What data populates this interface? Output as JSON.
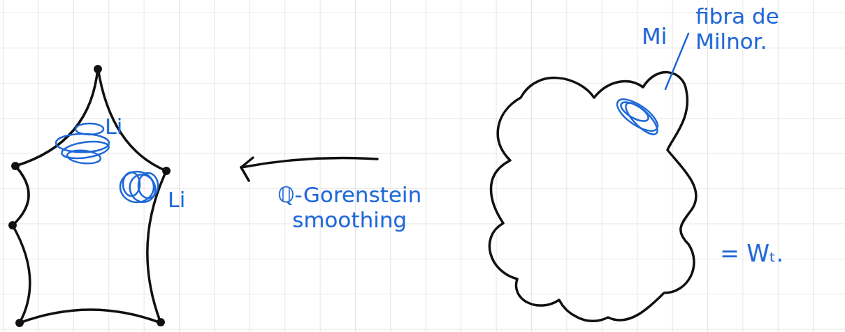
{
  "diagram": {
    "labels": [
      "Li",
      "Li",
      "ℚ-Gorenstein smoothing",
      "Mi",
      "fibra de Milnor.",
      "= Wₜ."
    ]
  }
}
